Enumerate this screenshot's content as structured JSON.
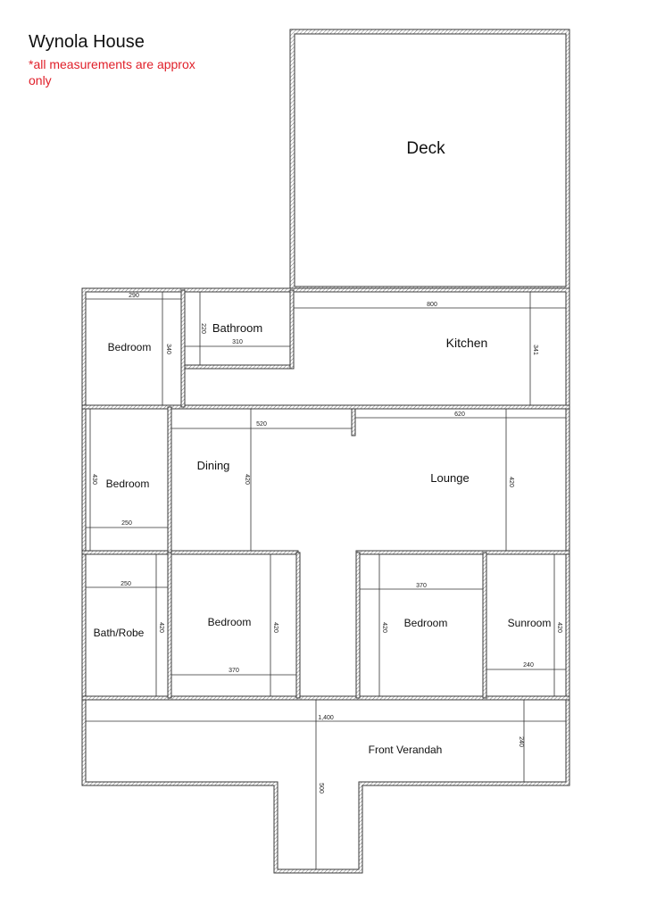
{
  "title": "Wynola House",
  "note": "*all measurements are approx only",
  "rooms": {
    "deck": "Deck",
    "bedroom_nw": "Bedroom",
    "bathroom": "Bathroom",
    "kitchen": "Kitchen",
    "bedroom_w": "Bedroom",
    "dining": "Dining",
    "lounge": "Lounge",
    "bath_robe": "Bath/Robe",
    "bedroom_sw": "Bedroom",
    "bedroom_s": "Bedroom",
    "sunroom": "Sunroom",
    "front_verandah": "Front Verandah"
  },
  "dimensions": {
    "bedroom_nw_width": "290",
    "bedroom_nw_height": "340",
    "bathroom_height": "220",
    "bathroom_width": "310",
    "kitchen_width": "800",
    "kitchen_height": "341",
    "dining_width": "520",
    "dining_height": "420",
    "lounge_width": "620",
    "lounge_height": "420",
    "bedroom_w_height": "430",
    "bedroom_w_width": "250",
    "bath_robe_width": "250",
    "bath_robe_height": "420",
    "bedroom_sw_height": "420",
    "bedroom_sw_width": "370",
    "bedroom_s_width": "370",
    "bedroom_s_height": "420",
    "sunroom_height": "420",
    "sunroom_width": "240",
    "verandah_width": "1,400",
    "verandah_height": "240",
    "steps_length": "500"
  }
}
